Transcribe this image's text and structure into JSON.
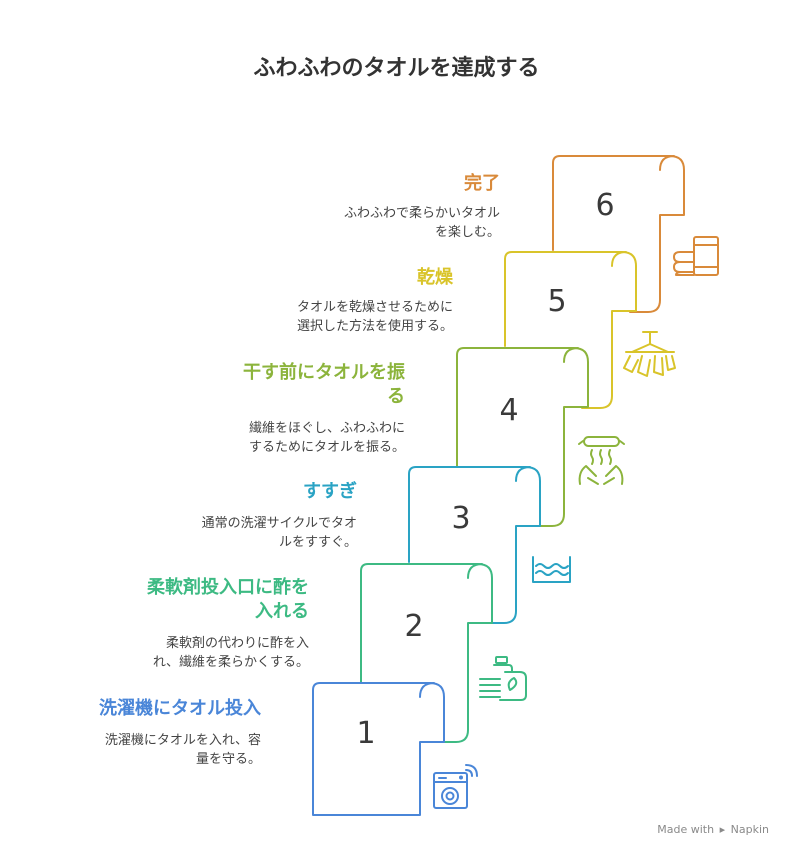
{
  "title": "ふわふわのタオルを達成する",
  "steps": [
    {
      "number": "1",
      "title": "洗濯機にタオル投入",
      "desc1": "洗濯機にタオルを入れ、容",
      "desc2": "量を守る。",
      "color": "#4a86d8",
      "icon": "washing-machine-icon"
    },
    {
      "number": "2",
      "title1": "柔軟剤投入口に酢を",
      "title2": "入れる",
      "desc1": "柔軟剤の代わりに酢を入",
      "desc2": "れ、繊維を柔らかくする。",
      "color": "#3dba83",
      "icon": "softener-bottle-icon"
    },
    {
      "number": "3",
      "title": "すすぎ",
      "desc1": "通常の洗濯サイクルでタオ",
      "desc2": "ルをすすぐ。",
      "color": "#2aa3c4",
      "icon": "water-basin-icon"
    },
    {
      "number": "4",
      "title1": "干す前にタオルを振",
      "title2": "る",
      "desc1": "繊維をほぐし、ふわふわに",
      "desc2": "するためにタオルを振る。",
      "color": "#8cb43c",
      "icon": "shaking-hands-icon"
    },
    {
      "number": "5",
      "title": "乾燥",
      "desc1": "タオルを乾燥させるために",
      "desc2": "選択した方法を使用する。",
      "color": "#d9c42a",
      "icon": "drying-rack-icon"
    },
    {
      "number": "6",
      "title": "完了",
      "desc1": "ふわふわで柔らかいタオル",
      "desc2": "を楽しむ。",
      "color": "#d98a3a",
      "icon": "folded-towels-icon"
    }
  ],
  "footer": {
    "made_with": "Made with",
    "brand": "Napkin"
  }
}
